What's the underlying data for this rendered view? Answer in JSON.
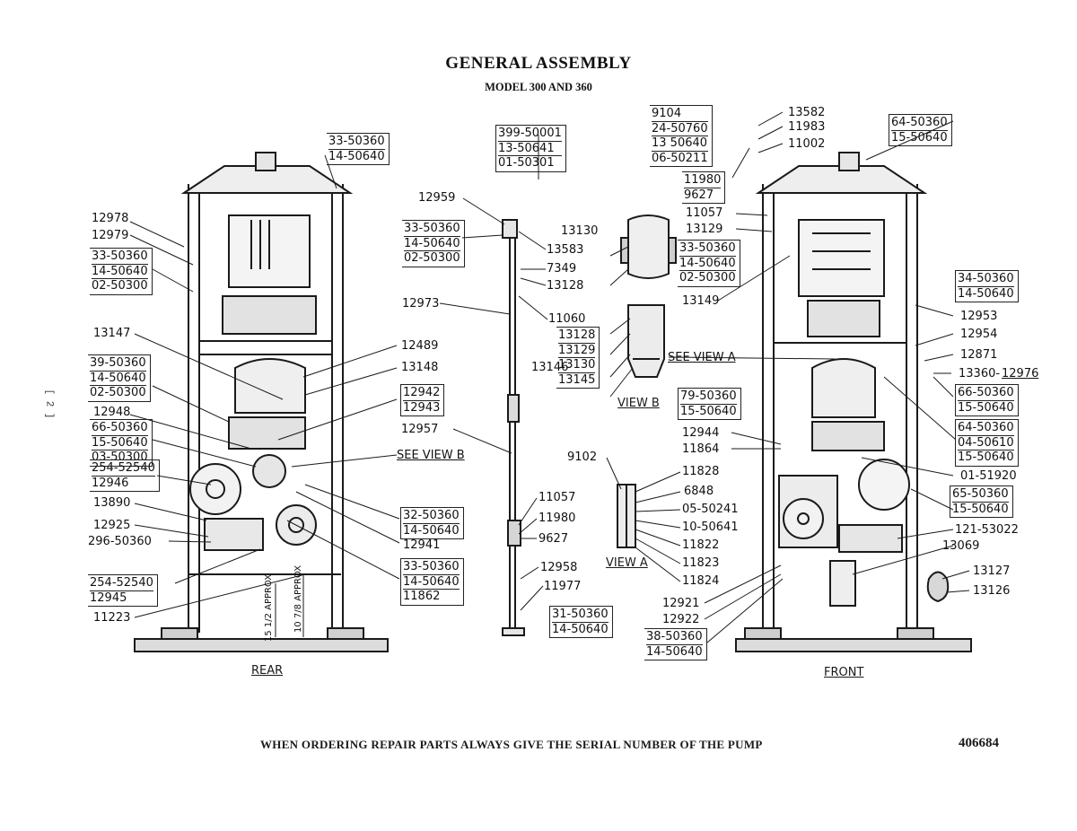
{
  "title": "GENERAL ASSEMBLY",
  "subtitle": "MODEL 300 AND 360",
  "footer": "WHEN ORDERING REPAIR PARTS ALWAYS GIVE THE SERIAL NUMBER OF THE PUMP",
  "doc_number": "406684",
  "page_marker": "[ 2 ]",
  "views": {
    "rear": "REAR",
    "front": "FRONT",
    "view_a": "VIEW A",
    "view_b": "VIEW B",
    "see_view_a": "SEE VIEW A",
    "see_view_b": "SEE VIEW B"
  },
  "dims": {
    "approx_a": "15 1/2 APPROX",
    "approx_b": "10 7/8 APPROX"
  },
  "callouts": {
    "c12978": "12978",
    "c12979": "12979",
    "c13147": "13147",
    "c12948": "12948",
    "c13890": "13890",
    "c12925": "12925",
    "c296_50360": "296-50360",
    "c11223": "11223",
    "c12489": "12489",
    "c13148": "13148",
    "c12957": "12957",
    "c12941": "12941",
    "c12959": "12959",
    "c12973": "12973",
    "c13583": "13583",
    "c7349": "7349",
    "c13128": "13128",
    "c11060": "11060",
    "c13130": "13130",
    "c13146": "13146",
    "c9102": "9102",
    "c11057": "11057",
    "c11980": "11980",
    "c9627": "9627",
    "c12958": "12958",
    "c11977": "11977",
    "c11828": "11828",
    "c6848": "6848",
    "c05_50241": "05-50241",
    "c10_50641": "10-50641",
    "c11822": "11822",
    "c11823": "11823",
    "c11824": "11824",
    "c13582": "13582",
    "c11983": "11983",
    "c11002": "11002",
    "c13129": "13129",
    "c13149": "13149",
    "c12953": "12953",
    "c12954": "12954",
    "c12871": "12871",
    "c13360": "13360-",
    "c12976": "12976",
    "c12944": "12944",
    "c11864": "11864",
    "c01_51920": "01-51920",
    "c121_53022": "121-53022",
    "c13069": "13069",
    "c13127": "13127",
    "c13126": "13126",
    "c12921": "12921",
    "c12922": "12922"
  },
  "groups": {
    "g_top_rear": [
      "33-50360",
      "14-50640"
    ],
    "g_rear_left": [
      "33-50360",
      "14-50640",
      "02-50300"
    ],
    "g_rear_mid": [
      "39-50360",
      "14-50640",
      "02-50300"
    ],
    "g_rear_66": [
      "66-50360",
      "15-50640",
      "03-50300"
    ],
    "g_rear_254a": [
      "254-52540",
      "12946"
    ],
    "g_rear_254b": [
      "254-52540",
      "12945"
    ],
    "g_12942": [
      "12942",
      "12943"
    ],
    "g_32": [
      "32-50360",
      "14-50640"
    ],
    "g_33_low": [
      "33-50360",
      "14-50640",
      "11862"
    ],
    "g_399": [
      "399-50001",
      "13-50641",
      "01-50301"
    ],
    "g_center_33": [
      "33-50360",
      "14-50640",
      "02-50300"
    ],
    "g_31": [
      "31-50360",
      "14-50640"
    ],
    "g_viewb": [
      "13128",
      "13129",
      "13130",
      "13145"
    ],
    "g_9104": [
      "9104",
      "24-50760",
      "13 50640",
      "06-50211"
    ],
    "g_11980": [
      "11980",
      "9627"
    ],
    "g_front_33": [
      "33-50360",
      "14-50640",
      "02-50300"
    ],
    "g_64": [
      "64-50360",
      "15-50640"
    ],
    "g_34": [
      "34-50360",
      "14-50640"
    ],
    "g_66f": [
      "66-50360",
      "15-50640"
    ],
    "g_64b": [
      "64-50360",
      "04-50610",
      "15-50640"
    ],
    "g_79": [
      "79-50360",
      "15-50640"
    ],
    "g_65": [
      "65-50360",
      "15-50640"
    ],
    "g_38": [
      "38-50360",
      "14-50640"
    ]
  }
}
